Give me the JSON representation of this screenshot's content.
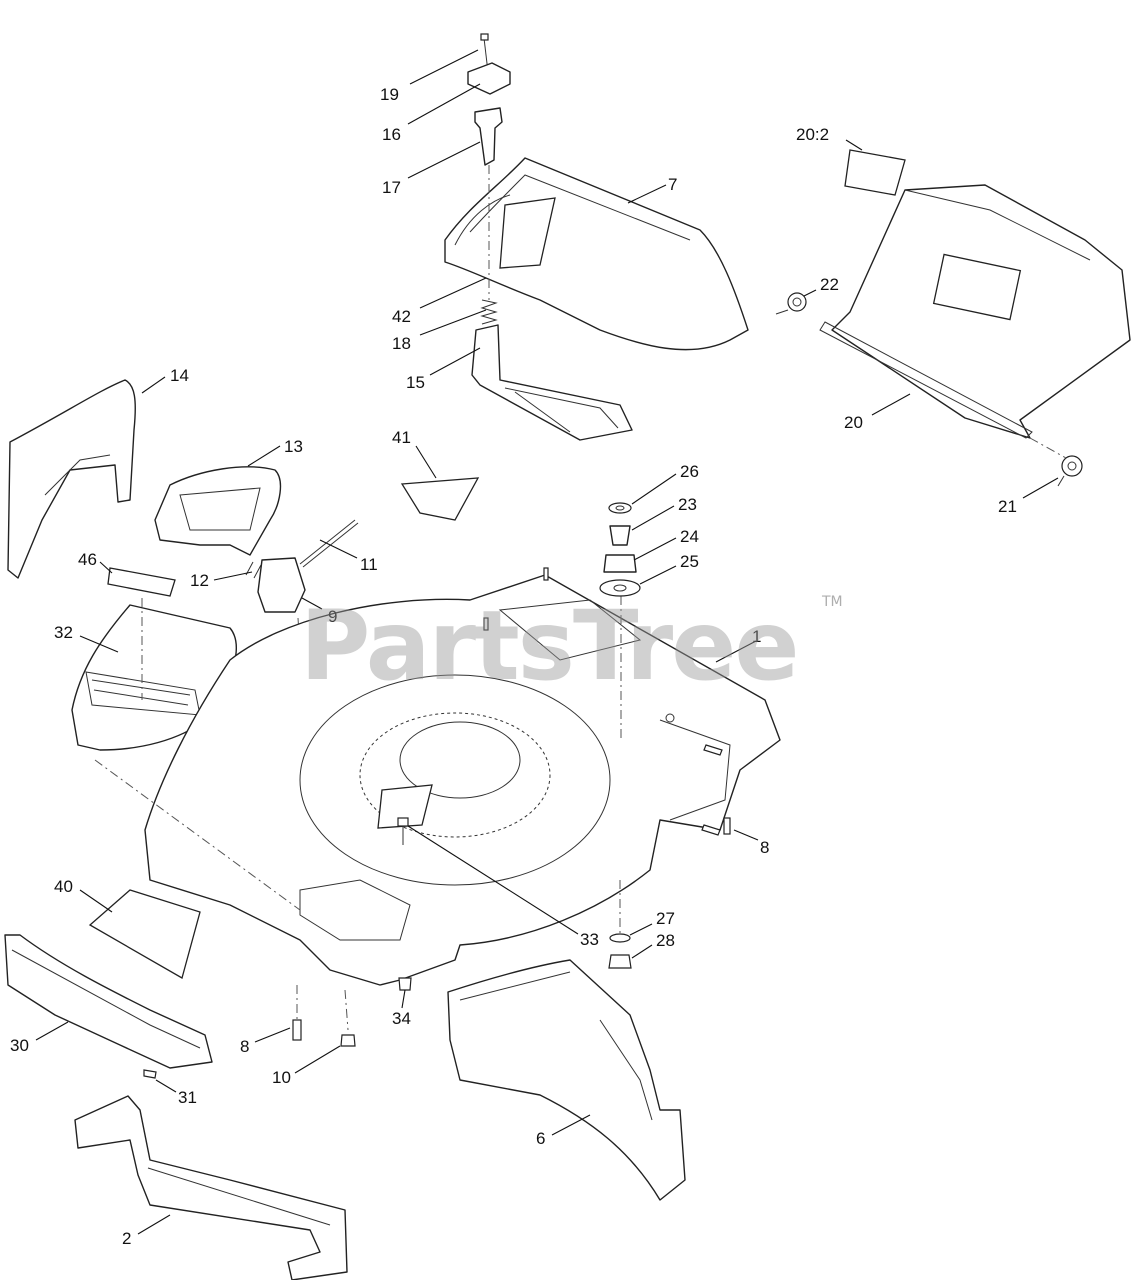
{
  "watermark": {
    "text": "PartsTree",
    "trademark": "TM"
  },
  "callouts": [
    {
      "id": "19",
      "text": "19"
    },
    {
      "id": "16",
      "text": "16"
    },
    {
      "id": "17",
      "text": "17"
    },
    {
      "id": "7",
      "text": "7"
    },
    {
      "id": "42",
      "text": "42"
    },
    {
      "id": "18",
      "text": "18"
    },
    {
      "id": "15",
      "text": "15"
    },
    {
      "id": "20-2",
      "text": "20:2"
    },
    {
      "id": "22",
      "text": "22"
    },
    {
      "id": "20",
      "text": "20"
    },
    {
      "id": "21",
      "text": "21"
    },
    {
      "id": "14",
      "text": "14"
    },
    {
      "id": "13",
      "text": "13"
    },
    {
      "id": "41",
      "text": "41"
    },
    {
      "id": "26",
      "text": "26"
    },
    {
      "id": "23",
      "text": "23"
    },
    {
      "id": "24",
      "text": "24"
    },
    {
      "id": "25",
      "text": "25"
    },
    {
      "id": "46",
      "text": "46"
    },
    {
      "id": "12",
      "text": "12"
    },
    {
      "id": "11",
      "text": "11"
    },
    {
      "id": "9",
      "text": "9"
    },
    {
      "id": "1",
      "text": "1"
    },
    {
      "id": "32",
      "text": "32"
    },
    {
      "id": "8a",
      "text": "8"
    },
    {
      "id": "40",
      "text": "40"
    },
    {
      "id": "27",
      "text": "27"
    },
    {
      "id": "33",
      "text": "33"
    },
    {
      "id": "28",
      "text": "28"
    },
    {
      "id": "30",
      "text": "30"
    },
    {
      "id": "34",
      "text": "34"
    },
    {
      "id": "8b",
      "text": "8"
    },
    {
      "id": "10",
      "text": "10"
    },
    {
      "id": "31",
      "text": "31"
    },
    {
      "id": "6",
      "text": "6"
    },
    {
      "id": "2",
      "text": "2"
    }
  ]
}
